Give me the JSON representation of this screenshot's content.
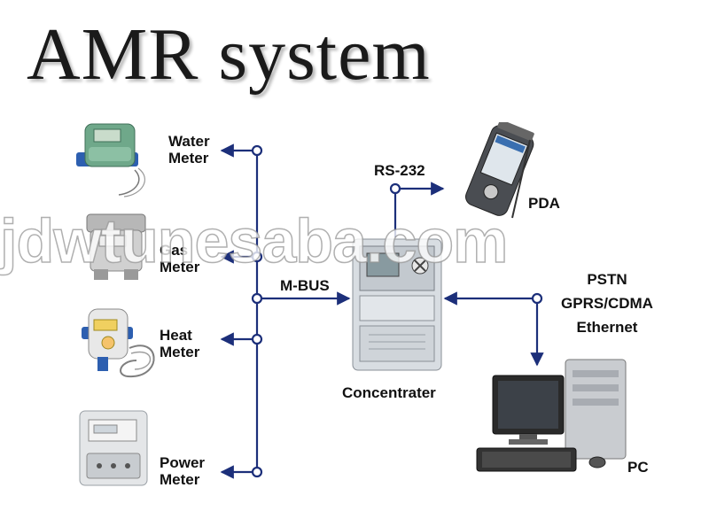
{
  "title": "AMR system",
  "meters": {
    "water": [
      "Water",
      "Meter"
    ],
    "gas": [
      "Gas",
      "Meter"
    ],
    "heat": [
      "Heat",
      "Meter"
    ],
    "power": [
      "Power",
      "Meter"
    ]
  },
  "bus_label": "M-BUS",
  "serial_label": "RS-232",
  "pda_label": "PDA",
  "network_labels": [
    "PSTN",
    "GPRS/CDMA",
    "Ethernet"
  ],
  "concentrator_label": "Concentrater",
  "pc_label": "PC",
  "watermark": "jdwtunesaba.com",
  "colors": {
    "line": "#1c2f7a",
    "text": "#111111"
  }
}
